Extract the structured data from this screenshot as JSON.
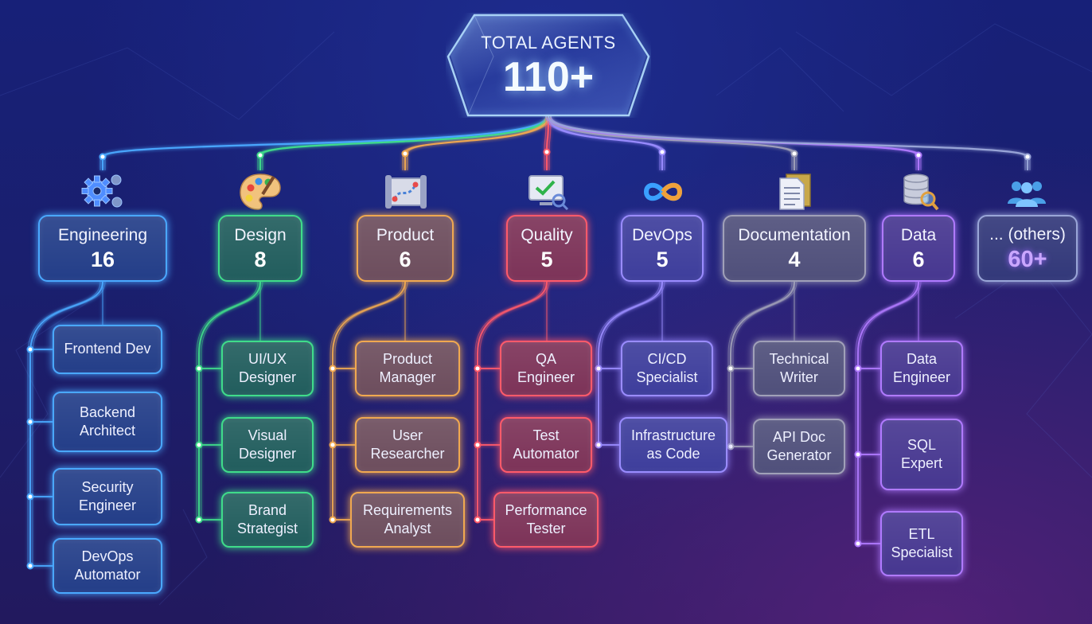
{
  "root": {
    "label": "TOTAL AGENTS",
    "value": "110+"
  },
  "categories": [
    {
      "name": "Engineering",
      "count": "16",
      "color": "#4aa8ff",
      "fill": "#1f3a86",
      "icon": "gears-icon",
      "agents": [
        "Frontend Dev",
        "Backend\nArchitect",
        "Security\nEngineer",
        "DevOps\nAutomator"
      ]
    },
    {
      "name": "Design",
      "count": "8",
      "color": "#3fdc8a",
      "fill": "#1d5a5a",
      "icon": "palette-icon",
      "agents": [
        "UI/UX\nDesigner",
        "Visual\nDesigner",
        "Brand\nStrategist"
      ]
    },
    {
      "name": "Product",
      "count": "6",
      "color": "#f0a850",
      "fill": "#6a4a5a",
      "icon": "roadmap-icon",
      "agents": [
        "Product\nManager",
        "User\nResearcher",
        "Requirements\nAnalyst"
      ]
    },
    {
      "name": "Quality",
      "count": "5",
      "color": "#ff5a6a",
      "fill": "#7a2f55",
      "icon": "monitor-check-icon",
      "agents": [
        "QA\nEngineer",
        "Test\nAutomator",
        "Performance\nTester"
      ]
    },
    {
      "name": "DevOps",
      "count": "5",
      "color": "#9a8cff",
      "fill": "#3a3a9a",
      "icon": "infinity-icon",
      "agents": [
        "CI/CD\nSpecialist",
        "Infrastructure\nas Code"
      ]
    },
    {
      "name": "Documentation",
      "count": "4",
      "color": "#a0a0b8",
      "fill": "#4c4c78",
      "icon": "document-icon",
      "agents": [
        "Technical\nWriter",
        "API Doc\nGenerator"
      ]
    },
    {
      "name": "Data",
      "count": "6",
      "color": "#b07aff",
      "fill": "#43338e",
      "icon": "database-search-icon",
      "agents": [
        "Data\nEngineer",
        "SQL\nExpert",
        "ETL\nSpecialist"
      ]
    },
    {
      "name": "... (others)",
      "count": "60+",
      "color": "#9aa6d8",
      "fill": "#2e3477",
      "icon": "users-icon",
      "agents": []
    }
  ]
}
